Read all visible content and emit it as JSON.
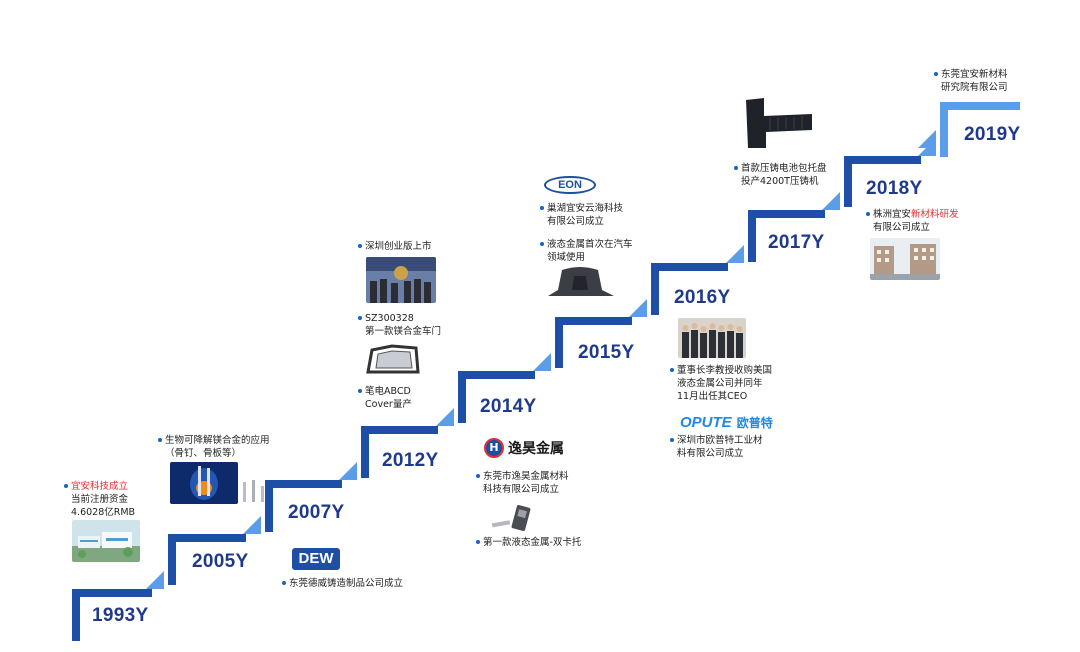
{
  "colors": {
    "dark_step": "#1d4fa8",
    "light_step": "#5b9de8",
    "year_text": "#1f3a8a",
    "highlight": "#e23030",
    "bullet": "#1565c0"
  },
  "years": {
    "y1993": "1993Y",
    "y2005": "2005Y",
    "y2007": "2007Y",
    "y2012": "2012Y",
    "y2014": "2014Y",
    "y2015": "2015Y",
    "y2016": "2016Y",
    "y2017": "2017Y",
    "y2018": "2018Y",
    "y2019": "2019Y"
  },
  "events": {
    "e1993": {
      "highlight": "宜安科技成立",
      "line2": "当前注册资金",
      "line3": "4.6028亿RMB"
    },
    "e2005": {
      "line1": "生物可降解镁合金的应用",
      "line2": "（骨钉、骨板等）"
    },
    "e2007": {
      "line1": "东莞德威铸造制品公司成立"
    },
    "e2012a": {
      "line1": "深圳创业版上市"
    },
    "e2012b": {
      "line1": "SZ300328",
      "line2": "第一款镁合金车门"
    },
    "e2012c": {
      "line1": "笔电ABCD",
      "line2": "Cover量产"
    },
    "e2014a": {
      "line1": "东莞市逸昊金属材料",
      "line2": "科技有限公司成立"
    },
    "e2014b": {
      "line1": "第一款液态金属-双卡托"
    },
    "e2015a": {
      "line1": "巢湖宜安云海科技",
      "line2": "有限公司成立"
    },
    "e2015b": {
      "line1": "液态金属首次在汽车",
      "line2": "领域使用"
    },
    "e2016a": {
      "line1": "董事长李教授收购美国",
      "line2": "液态金属公司并同年",
      "line3": "11月出任其CEO"
    },
    "e2016b": {
      "line1": "深圳市欧普特工业材",
      "line2": "料有限公司成立"
    },
    "e2017": {
      "line1": "首款压铸电池包托盘",
      "line2": "投产4200T压铸机"
    },
    "e2018": {
      "prefix": "株洲宜安",
      "highlight": "新材料研发",
      "line2": "有限公司成立"
    },
    "e2019": {
      "line1": "东莞宜安新材料",
      "line2": "研究院有限公司"
    }
  },
  "logos": {
    "dew": "DEW",
    "yihao": "逸昊金属",
    "eon": "EON",
    "opute_latin": "OPUTE",
    "opute_cn": "欧普特"
  }
}
